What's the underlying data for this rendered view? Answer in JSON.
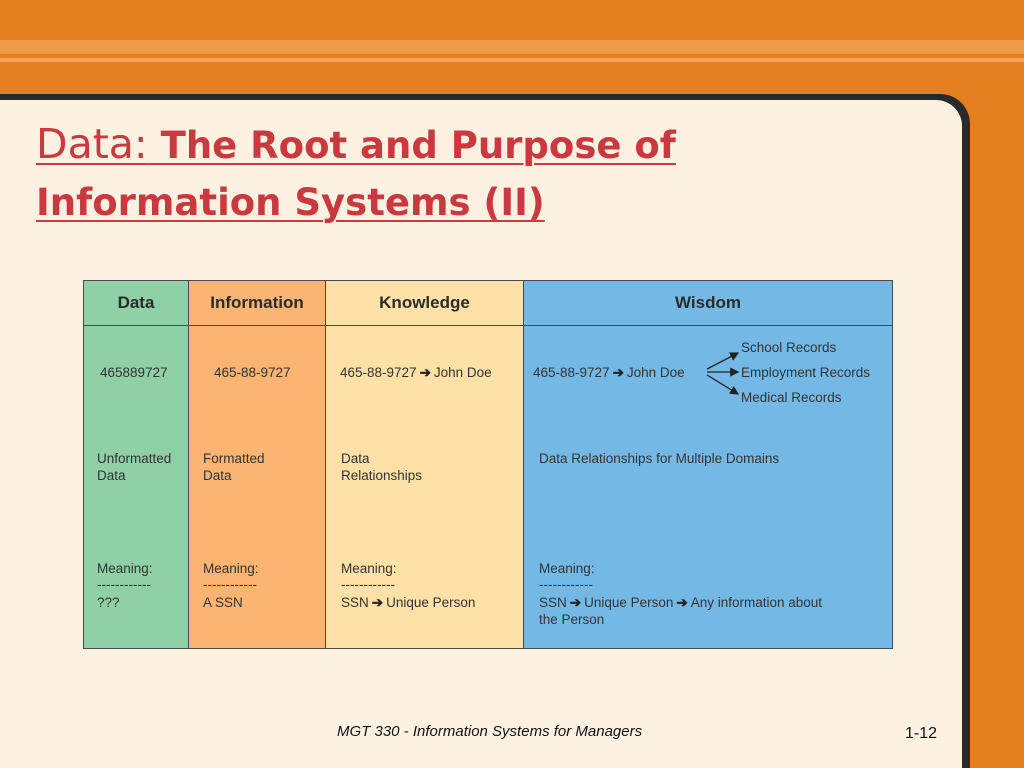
{
  "title": {
    "lead": "Data:",
    "rest": " The Root and Purpose of Information Systems (II)"
  },
  "table": {
    "headers": [
      "Data",
      "Information",
      "Knowledge",
      "Wisdom"
    ],
    "data": {
      "value": "465889727",
      "type": "Unformatted\nData",
      "meaning_label": "Meaning:",
      "separator": "------------",
      "meaning": "???"
    },
    "information": {
      "value": "465-88-9727",
      "type": "Formatted\nData",
      "meaning_label": "Meaning:",
      "separator": "------------",
      "meaning": "A SSN"
    },
    "knowledge": {
      "value": "465-88-9727",
      "value_target": "John Doe",
      "type": "Data\nRelationships",
      "meaning_label": "Meaning:",
      "separator": "------------",
      "meaning_a": "SSN",
      "meaning_b": "Unique Person"
    },
    "wisdom": {
      "value": "465-88-9727",
      "value_target": "John Doe",
      "records": [
        "School Records",
        "Employment Records",
        "Medical Records"
      ],
      "type": "Data Relationships for Multiple Domains",
      "meaning_label": "Meaning:",
      "separator": "------------",
      "meaning_a": "SSN",
      "meaning_b": "Unique Person",
      "meaning_c": "Any information about\nthe Person"
    },
    "arrow_glyph": "➔"
  },
  "footer": {
    "course": "MGT 330 - Information Systems for Managers",
    "page": "1-12"
  }
}
